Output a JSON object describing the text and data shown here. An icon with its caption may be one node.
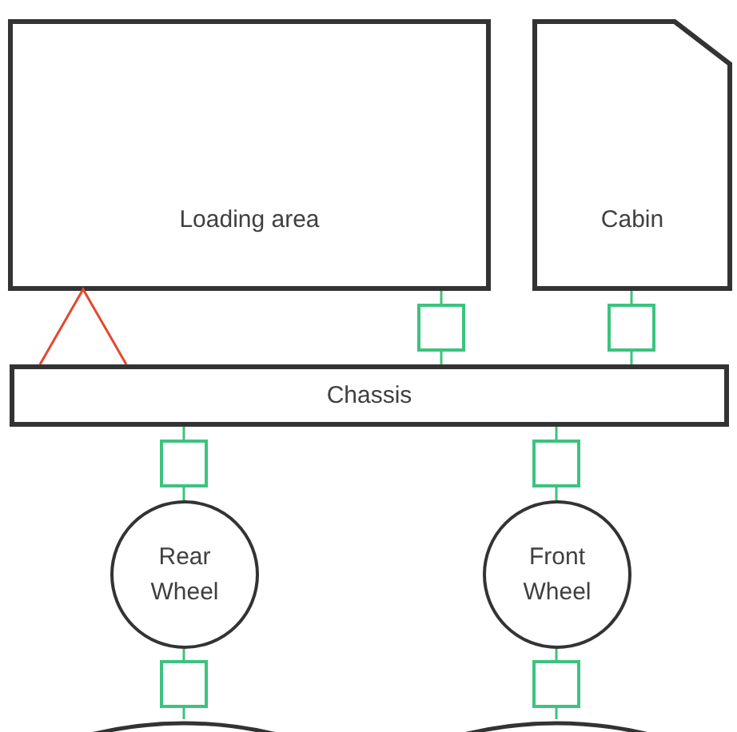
{
  "diagram": {
    "nodes": [
      {
        "text": [
          "Loading area"
        ]
      },
      {
        "text": [
          "Cabin"
        ]
      },
      {
        "text": [],
        "shape": "triangle"
      },
      {
        "text": [],
        "shape": "box"
      },
      {
        "text": [],
        "shape": "box"
      },
      {
        "text": [
          "Chassis"
        ]
      },
      {
        "text": [],
        "shape": "box"
      },
      {
        "text": [],
        "shape": "box"
      },
      {
        "text": [
          "Rear Wheel"
        ]
      },
      {
        "text": [
          "Front Wheel"
        ]
      },
      {
        "text": [],
        "shape": "box"
      },
      {
        "text": [],
        "shape": "box"
      },
      {
        "text": [],
        "shape": "arc"
      },
      {
        "text": [],
        "shape": "arc"
      }
    ],
    "edges": [
      {
        "from": 0,
        "to": 3,
        "arrow": "none"
      },
      {
        "from": 3,
        "to": 5,
        "arrow": "none"
      },
      {
        "from": 1,
        "to": 4,
        "arrow": "none"
      },
      {
        "from": 4,
        "to": 5,
        "arrow": "none"
      },
      {
        "from": 5,
        "to": 6,
        "arrow": "none"
      },
      {
        "from": 6,
        "to": 8,
        "arrow": "none"
      },
      {
        "from": 5,
        "to": 7,
        "arrow": "none"
      },
      {
        "from": 7,
        "to": 9,
        "arrow": "none"
      },
      {
        "from": 8,
        "to": 10,
        "arrow": "none"
      },
      {
        "from": 10,
        "to": 12,
        "arrow": "none"
      },
      {
        "from": 9,
        "to": 11,
        "arrow": "none"
      },
      {
        "from": 11,
        "to": 13,
        "arrow": "none"
      }
    ]
  }
}
